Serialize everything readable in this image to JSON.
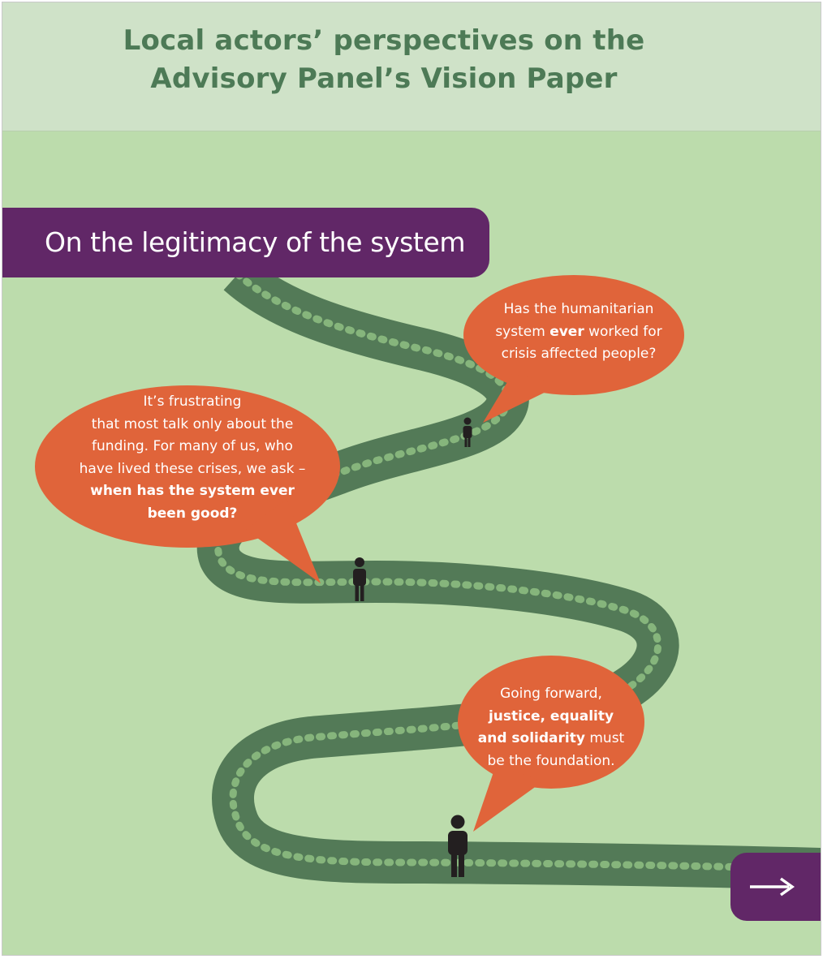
{
  "header": {
    "title_line1": "Local actors’ perspectives on the",
    "title_line2": "Advisory Panel’s Vision Paper"
  },
  "section": {
    "label": "On the legitimacy of the system"
  },
  "quotes": [
    {
      "line1": "Has the humanitarian",
      "line2_pre": "system ",
      "line2_bold": "ever",
      "line2_post": " worked for",
      "line3": "crisis affected people?"
    },
    {
      "line1": "It’s frustrating",
      "line2": "that most talk only about the",
      "line3": "funding. For many of us, who",
      "line4": "have lived these crises, we ask –",
      "bold_line1": "when has the system ever",
      "bold_line2": "been good?"
    },
    {
      "line1": "Going forward,",
      "bold_line1": "justice, equality",
      "bold_line2": "and solidarity",
      "line3_post": " must",
      "line4": "be the foundation."
    }
  ],
  "navigation": {
    "next_icon": "right-arrow-icon"
  },
  "colors": {
    "background": "#bcdcac",
    "header_band": "#cfe2c8",
    "title_text": "#4d7a56",
    "path": "#537a57",
    "path_chevrons": "#8fbf82",
    "speech_bubble": "#e0643a",
    "banner": "#612767",
    "figures": "#231f20"
  }
}
